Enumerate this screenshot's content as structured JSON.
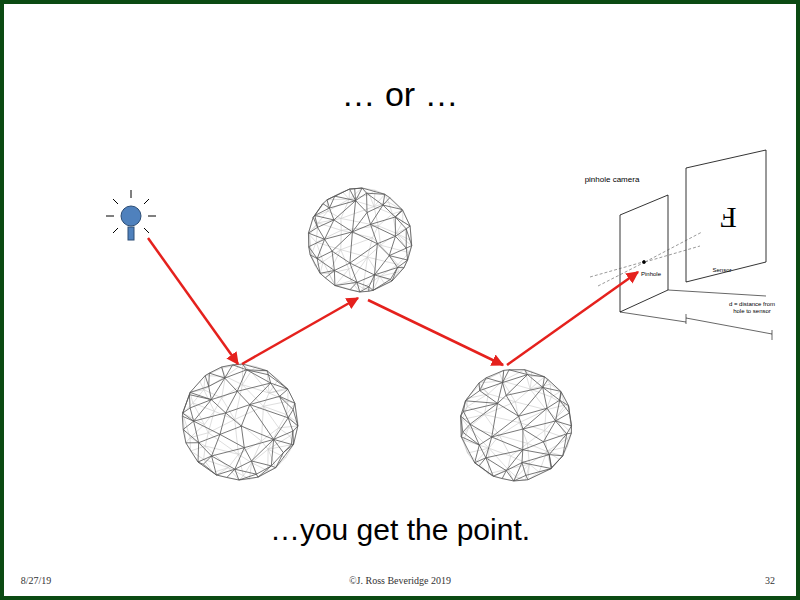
{
  "diagram": {
    "title": "… or …",
    "caption": "…you get the point.",
    "labels": [
      "pinhole camera",
      "F",
      "Pinhole",
      "Sensor",
      "d = distance from hole to sensor",
      "8/27/19",
      "©J. Ross Beveridge 2019",
      "32"
    ]
  }
}
